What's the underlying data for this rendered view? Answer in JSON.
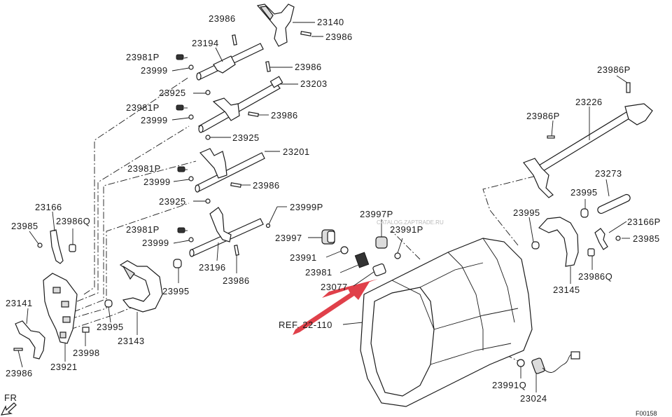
{
  "labels": {
    "l23986_a": "23986",
    "l23140": "23140",
    "l23986_b": "23986",
    "l23194": "23194",
    "l23981P_a": "23981P",
    "l23999_a": "23999",
    "l23986_c": "23986",
    "l23925_a": "23925",
    "l23203": "23203",
    "l23981P_b": "23981P",
    "l23986_d": "23986",
    "l23999_b": "23999",
    "l23925_b": "23925",
    "l23201": "23201",
    "l23981P_c": "23981P",
    "l23999_c": "23999",
    "l23986_e": "23986",
    "l23925_c": "23925",
    "l23999P": "23999P",
    "l23981P_d": "23981P",
    "l23999_d": "23999",
    "l23196": "23196",
    "l23986_f": "23986",
    "l23166": "23166",
    "l23985_a": "23985",
    "l23986Q_a": "23986Q",
    "l23141": "23141",
    "l23995_a": "23995",
    "l23995_b": "23995",
    "l23143": "23143",
    "l23998": "23998",
    "l23921": "23921",
    "l23986_g": "23986",
    "l23997P": "23997P",
    "l23997": "23997",
    "l23991P": "23991P",
    "l23991": "23991",
    "l23981": "23981",
    "l23077": "23077",
    "ref": "REF. 22-110",
    "l23986P_a": "23986P",
    "l23226": "23226",
    "l23986P_b": "23986P",
    "l23273": "23273",
    "l23995_c": "23995",
    "l23995_d": "23995",
    "l23166P": "23166P",
    "l23985_b": "23985",
    "l23145": "23145",
    "l23986Q_b": "23986Q",
    "l23991Q": "23991Q",
    "l23024": "23024",
    "fr": "FR",
    "code": "F00158",
    "watermark": "CATALOG.ZAPTRADE.RU"
  },
  "colors": {
    "annotation_arrow": "#e0404a"
  }
}
